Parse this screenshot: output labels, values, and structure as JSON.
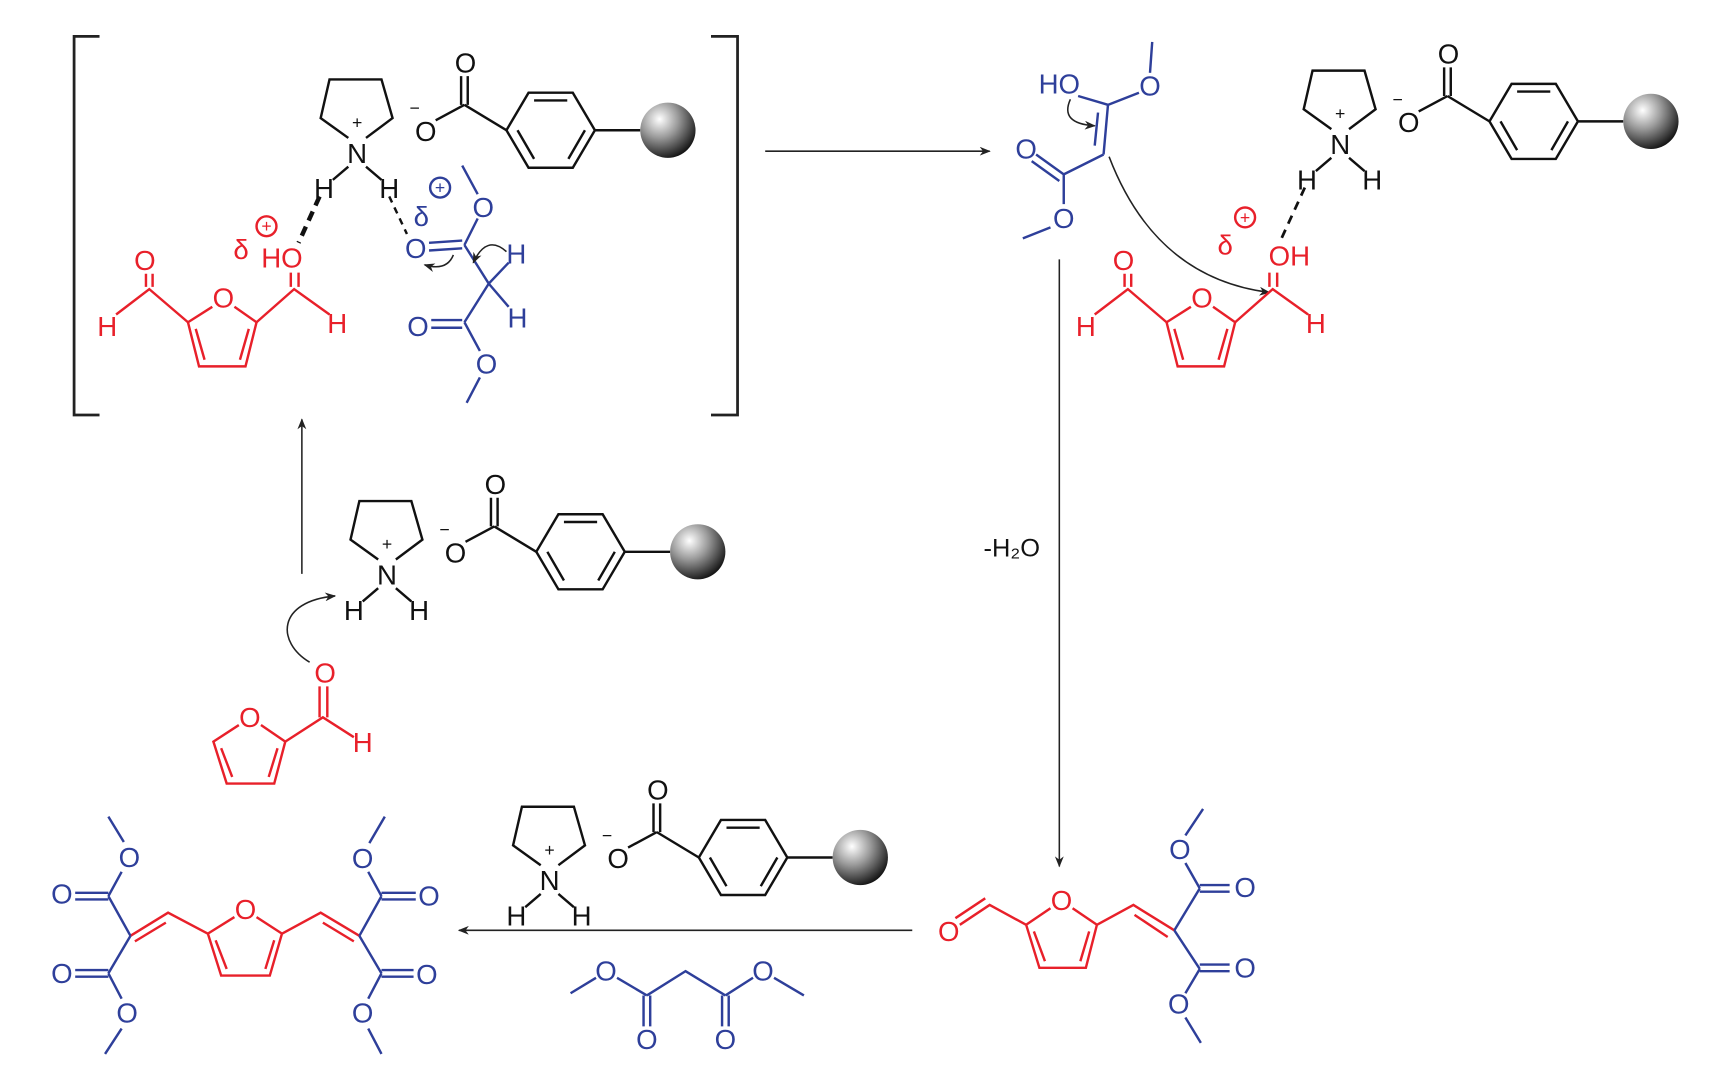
{
  "atoms": {
    "O": "O",
    "H": "H",
    "N": "N",
    "plus": "+",
    "minus": "−",
    "delta": "δ",
    "HO": "HO",
    "OH": "OH"
  },
  "conditions": {
    "water_loss": "-H₂O"
  },
  "colors": {
    "substrate_red": "#e8202a",
    "malonate_blue": "#2e3f9a",
    "catalyst_black": "#111111"
  }
}
